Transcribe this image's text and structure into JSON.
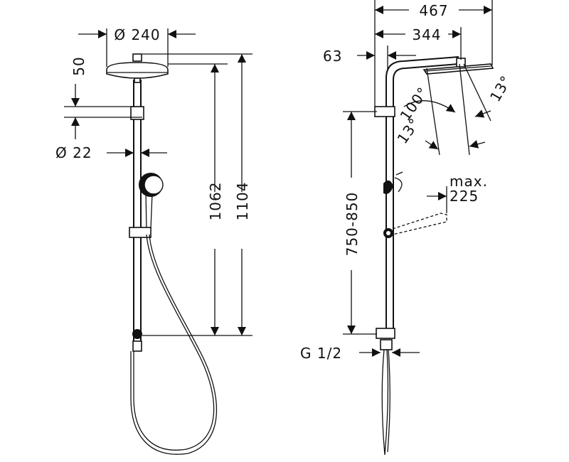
{
  "front_view": {
    "head_diameter": "Ø 240",
    "head_height": "50",
    "pipe_diameter": "Ø  22",
    "height_upper": "1062",
    "height_total": "1104"
  },
  "side_view": {
    "width_total": "467",
    "arm_reach": "344",
    "wall_offset": "63",
    "head_angle": "100°",
    "tilt_left": "13°",
    "tilt_right": "13°",
    "slider_range": "750-850",
    "hand_shower_max_label": "max.",
    "hand_shower_max_value": "225",
    "connection_thread": "G  1/2"
  }
}
